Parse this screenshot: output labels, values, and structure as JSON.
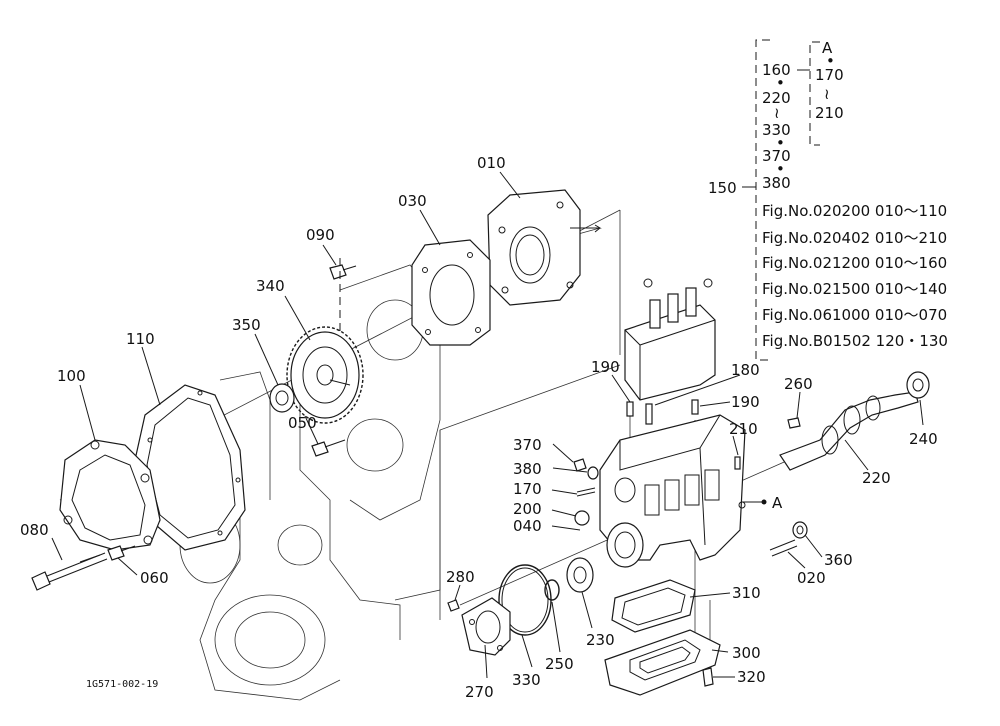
{
  "diagram": {
    "part_labels": {
      "p010": "010",
      "p030": "030",
      "p090": "090",
      "p340": "340",
      "p350": "350",
      "p110": "110",
      "p100": "100",
      "p050": "050",
      "p080": "080",
      "p060": "060",
      "p190a": "190",
      "p190b": "190",
      "p180": "180",
      "p260": "260",
      "p240": "240",
      "p210": "210",
      "p220": "220",
      "p370": "370",
      "p380": "380",
      "p170": "170",
      "p200": "200",
      "p040": "040",
      "pA": "A",
      "p360": "360",
      "p020": "020",
      "p280": "280",
      "p310": "310",
      "p230": "230",
      "p250": "250",
      "p300": "300",
      "p330": "330",
      "p270": "270",
      "p320": "320"
    },
    "reference": {
      "kit_number": "150",
      "items": {
        "i160": "160",
        "i220": "220",
        "i330": "330",
        "i370": "370",
        "i380": "380",
        "a_label": "A",
        "a170": "170",
        "a210": "210"
      },
      "figure_refs": [
        "Fig.No.020200  010～110",
        "Fig.No.020402  010～210",
        "Fig.No.021200  010～160",
        "Fig.No.021500  010～140",
        "Fig.No.061000  010～070",
        "Fig.No.B01502  120・130"
      ]
    },
    "drawing_code": "1G571-002-19"
  }
}
